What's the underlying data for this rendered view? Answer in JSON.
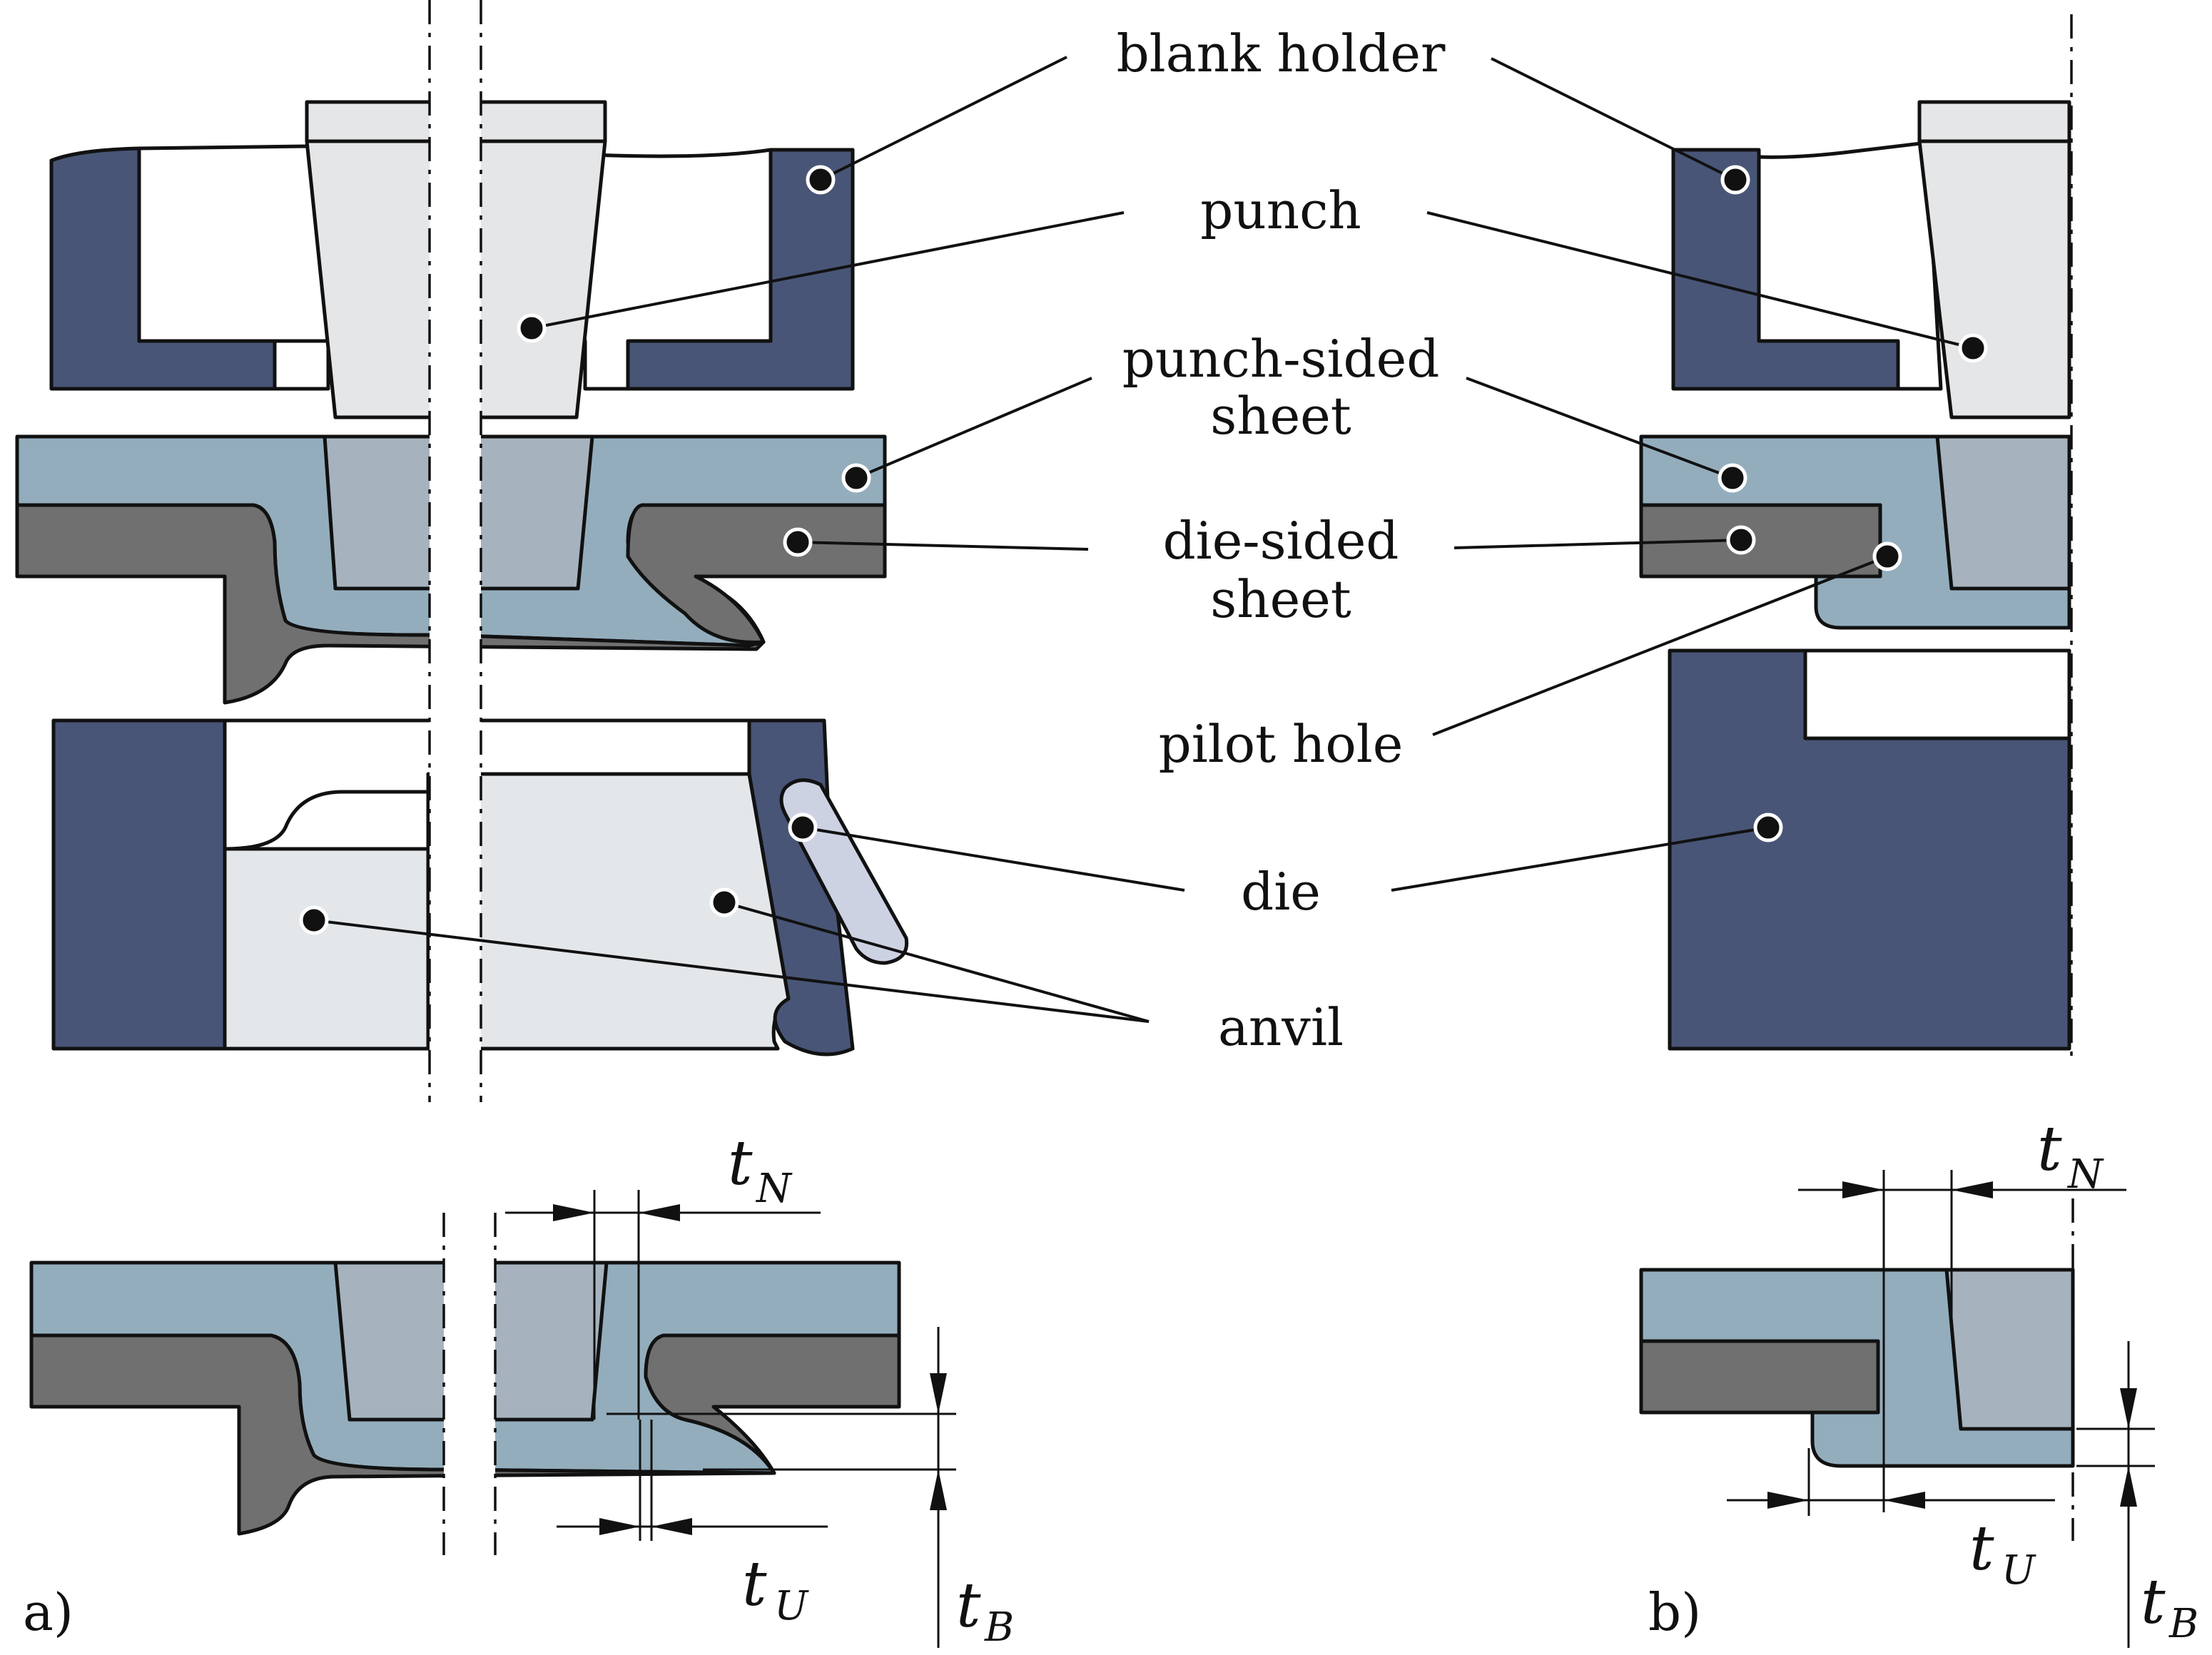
{
  "labels": {
    "blank_holder": "blank holder",
    "punch": "punch",
    "punch_sided_1": "punch-sided",
    "punch_sided_2": "sheet",
    "die_sided_1": "die-sided",
    "die_sided_2": "sheet",
    "pilot_hole": "pilot hole",
    "die": "die",
    "anvil": "anvil"
  },
  "dimensions": {
    "t": "t",
    "sub_N": "N",
    "sub_U": "U",
    "sub_B": "B"
  },
  "panels": {
    "a": "a)",
    "b": "b)"
  },
  "colors": {
    "dark_blue": "#485576",
    "punch_grey": "#e5e6e8",
    "sheet_blue": "#93adbd",
    "sheet_dark": "#707070",
    "punch_imprint": "#a6b3be",
    "anvil": "#e3e7ea",
    "spring": "#cdd2e3"
  }
}
